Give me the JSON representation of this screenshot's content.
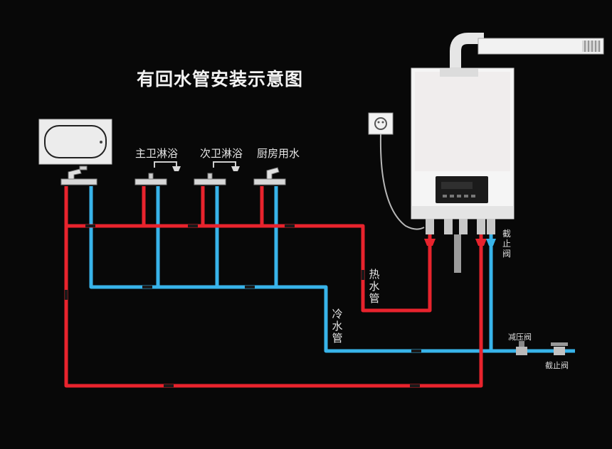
{
  "title": "有回水管安装示意图",
  "fixtures": {
    "main_bath": "主卫淋浴",
    "second_bath": "次卫淋浴",
    "kitchen": "厨房用水"
  },
  "pipes": {
    "hot": "热水管",
    "cold": "冷水管"
  },
  "valves": {
    "shutoff_right": "截止阀",
    "reducer": "减压阀",
    "shutoff_main": "截止阀"
  },
  "colors": {
    "hot": "#e8232d",
    "cold": "#38b4ea",
    "background": "#080808"
  }
}
